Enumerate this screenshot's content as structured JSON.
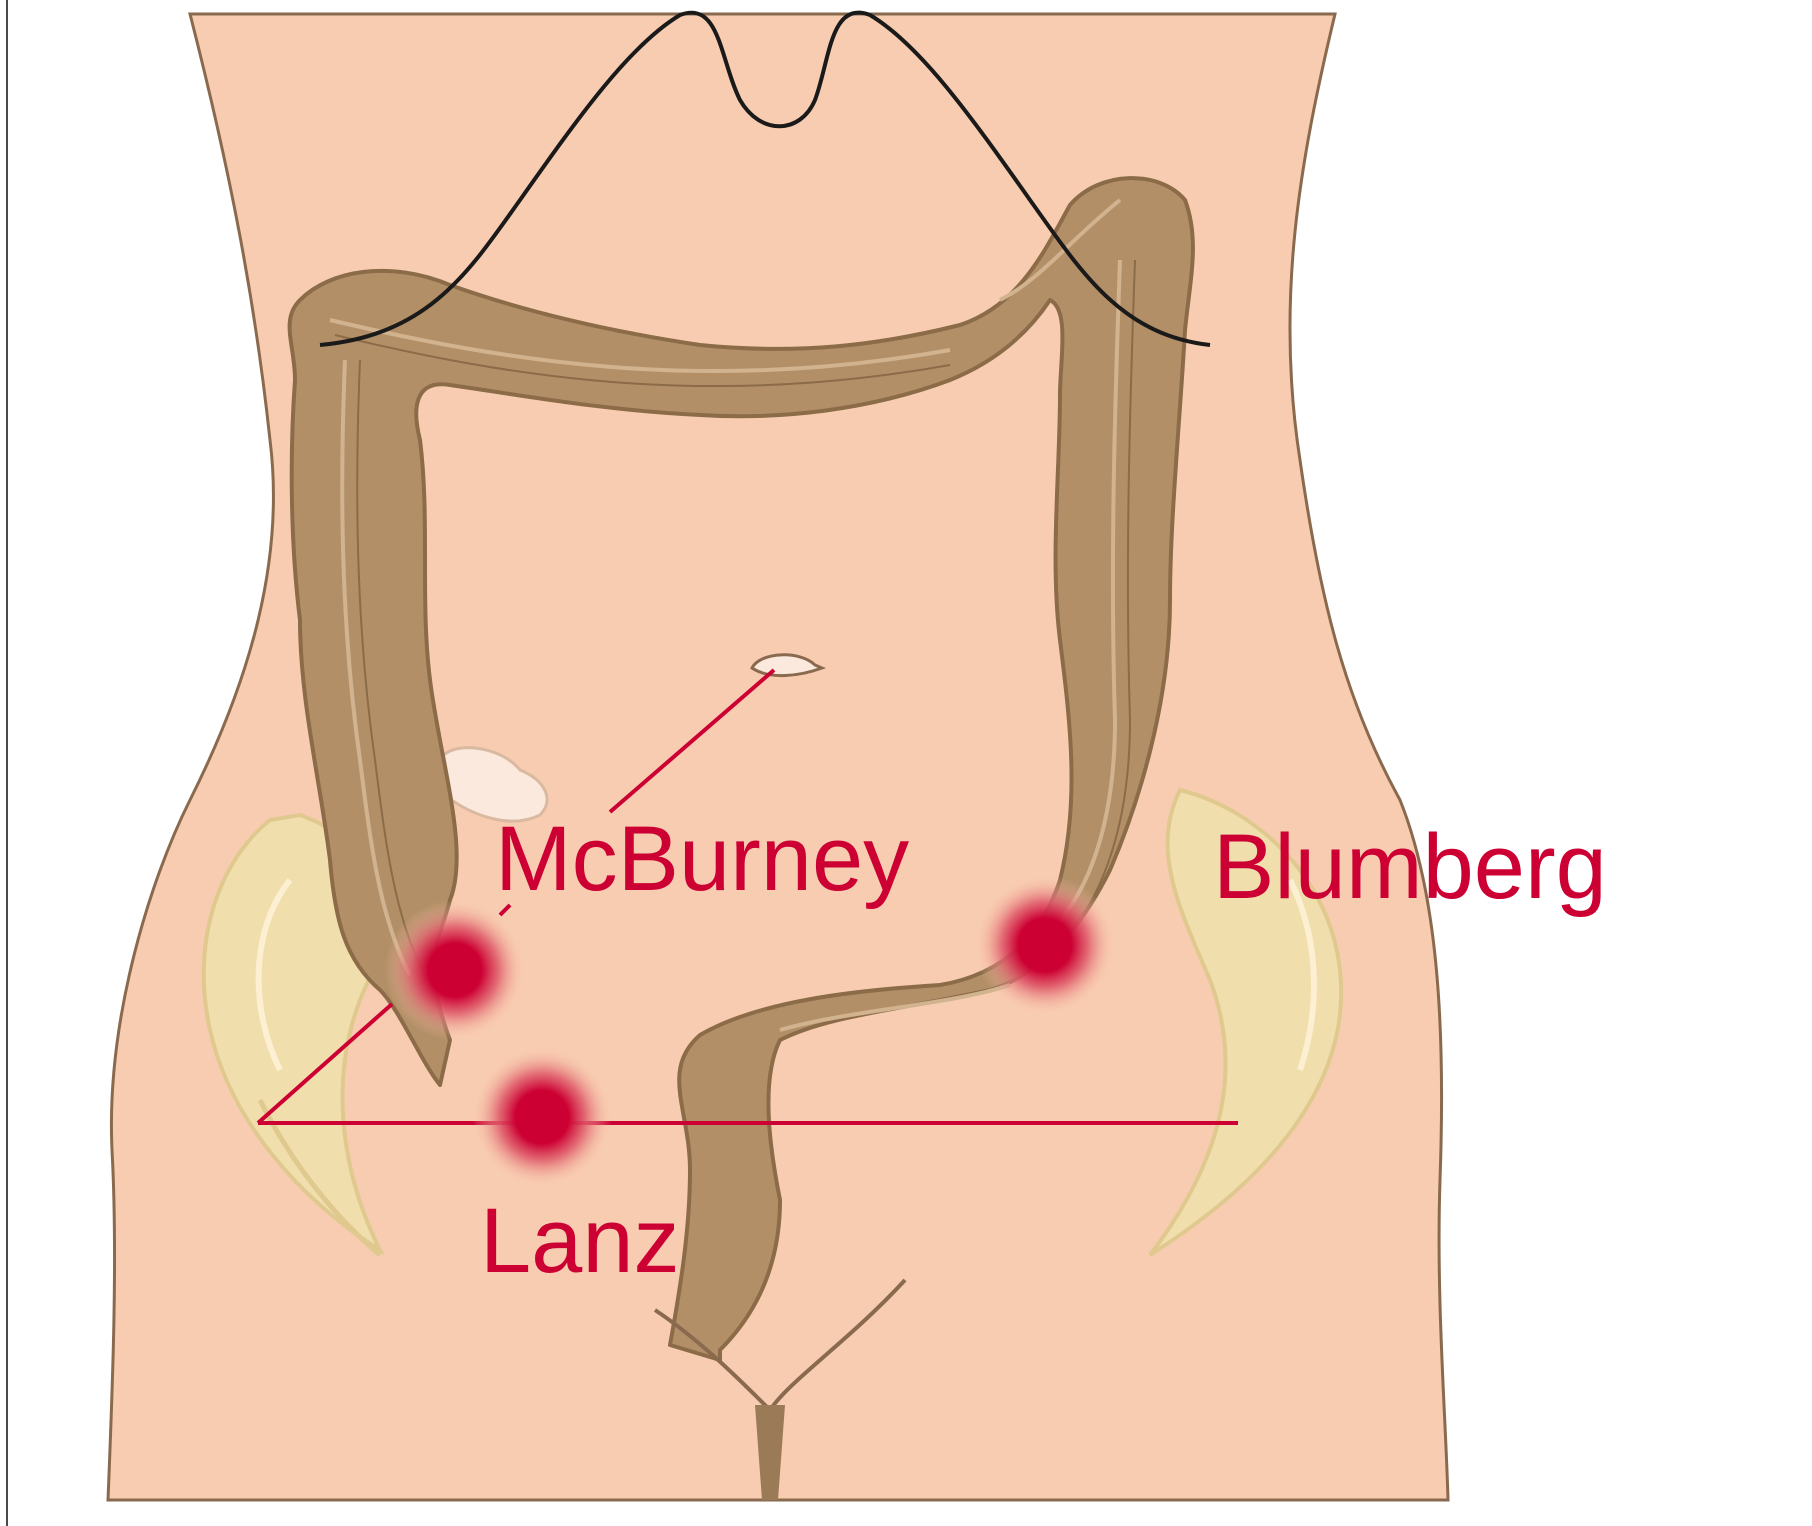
{
  "labels": {
    "mcburney": "McBurney",
    "blumberg": "Blumberg",
    "lanz": "Lanz"
  },
  "colors": {
    "skin": "#f8ccb0",
    "skin_outline": "#8a6a4f",
    "colon": "#b38f67",
    "colon_outline": "#8b6b48",
    "pelvis": "#efe2ad",
    "accent_red": "#cc0033",
    "rib_line": "#1a1a1a",
    "background": "#ffffff"
  },
  "icons": {
    "torso": "torso-illustration",
    "colon": "large-intestine",
    "appendix": "appendix",
    "umbilicus": "navel",
    "pain_point": "tenderness-point"
  }
}
